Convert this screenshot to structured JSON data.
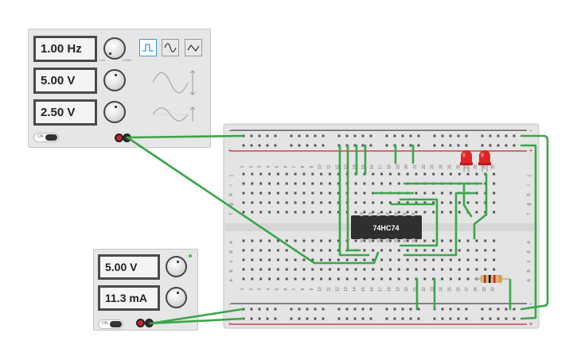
{
  "function_generator": {
    "frequency": "1.00 Hz",
    "amplitude": "5.00 V",
    "dc_offset": "2.50 V",
    "waveforms": [
      "square",
      "sine",
      "triangle"
    ],
    "selected_waveform": "square",
    "power_label": "ON"
  },
  "power_supply": {
    "voltage": "5.00 V",
    "current": "11.3 mA",
    "power_label": "ON"
  },
  "breadboard": {
    "column_numbers": [
      "1",
      "2",
      "3",
      "4",
      "5",
      "6",
      "7",
      "8",
      "9",
      "10",
      "11",
      "12",
      "13",
      "14",
      "15",
      "16",
      "17",
      "18",
      "19",
      "20",
      "21",
      "22",
      "23",
      "24",
      "25",
      "26",
      "27",
      "28",
      "29",
      "30"
    ],
    "row_letters_top": [
      "j",
      "i",
      "h",
      "g",
      "f"
    ],
    "row_letters_bottom": [
      "e",
      "d",
      "c",
      "b",
      "a"
    ],
    "rail_plus": "+",
    "rail_minus": "-"
  },
  "chip": {
    "label": "74HC74"
  },
  "colors": {
    "wire": "#3aa64a",
    "led": "#e02424",
    "rail_red": "#c0262e",
    "rail_dark": "#444444"
  }
}
